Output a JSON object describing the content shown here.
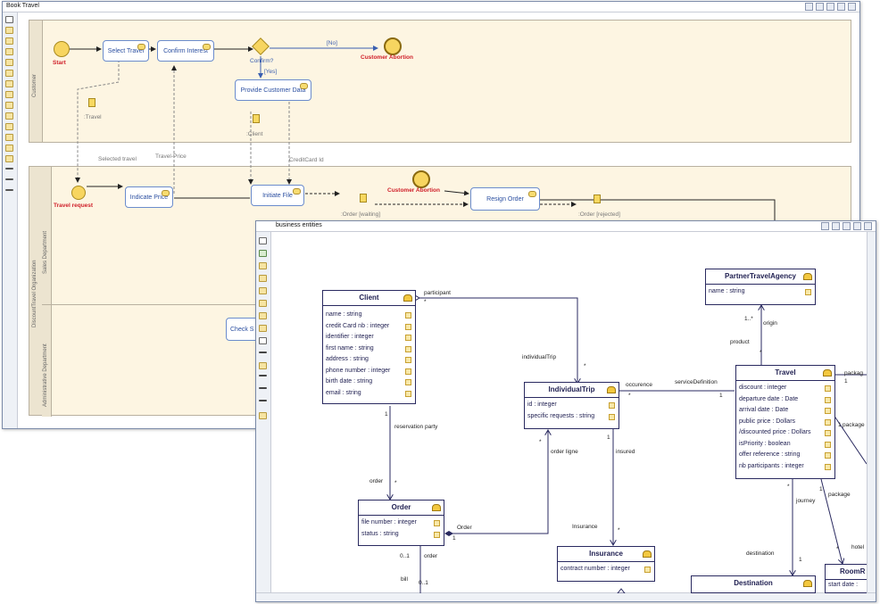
{
  "process_window": {
    "title": "Book Travel",
    "lanes": {
      "customer": "Customer",
      "pool": "DiscountTravel Organization",
      "sales": "Sales Department",
      "admin": "Administrative Department"
    },
    "events": {
      "start": "Start",
      "customer_abortion": "Customer Abortion",
      "travel_request": "Travel request",
      "customer_abortion_2": "Customer Abortion"
    },
    "tasks": {
      "select_travel": "Select Travel",
      "confirm_interest": "Confirm Interest",
      "provide_customer_data": "Provide Customer Data",
      "indicate_price": "Indicate Price",
      "initiate_file": "Initiate File",
      "resign_order": "Resign Order",
      "check": "Check S"
    },
    "gateway": {
      "label": "Confirm?",
      "no": "[No]",
      "yes": "[Yes]"
    },
    "data_objects": {
      "travel": ":Travel",
      "client": ":Client",
      "order_waiting": ":Order  [waiting]",
      "order_rejected": ":Order  [rejected]"
    },
    "flow_labels": {
      "selected_travel": "Selected travel",
      "travel_price": "Travel-Price",
      "creditcard_id": "CreditCard Id"
    }
  },
  "entities_window": {
    "title": "business entities",
    "classes": {
      "client": {
        "name": "Client",
        "attrs": [
          "name : string",
          "credit Card nb : integer",
          "identifier : integer",
          "first name : string",
          "address : string",
          "phone number : integer",
          "birth date : string",
          "email : string"
        ]
      },
      "order": {
        "name": "Order",
        "attrs": [
          "file number : integer",
          "status : string"
        ]
      },
      "individual_trip": {
        "name": "IndividualTrip",
        "attrs": [
          "id : integer",
          "specific requests : string"
        ]
      },
      "insurance": {
        "name": "Insurance",
        "attrs": [
          "contract number : integer"
        ]
      },
      "partner": {
        "name": "PartnerTravelAgency",
        "attrs": [
          "name : string"
        ]
      },
      "travel": {
        "name": "Travel",
        "attrs": [
          "discount : integer",
          "departure date : Date",
          "arrival date : Date",
          "public price : Dollars",
          "/discounted price : Dollars",
          "isPriority : boolean",
          "offer reference : string",
          "nb participants : integer"
        ]
      },
      "destination": {
        "name": "Destination"
      },
      "room": {
        "name": "RoomR",
        "attrs": [
          "start date :"
        ]
      }
    },
    "associations": {
      "participant": "participant",
      "participant_mult": "*",
      "individual_trip": "individualTrip",
      "individual_trip_mult": "*",
      "reservation_party": "reservation party",
      "rp_one": "1",
      "order_role": "order",
      "order_mult": "*",
      "order_ligne": "order ligne",
      "ol_mult": "*",
      "order_label": "Order",
      "order_one": "1",
      "insured": "insured",
      "insured_one": "1",
      "insurance_role": "Insurance",
      "insurance_mult": "*",
      "occurence": "occurence",
      "occ_mult": "*",
      "service_definition": "serviceDefinition",
      "sd_one": "1",
      "origin": "origin",
      "origin_mult": "1..*",
      "product": "product",
      "product_mult": "*",
      "journey": "journey",
      "journey_mult": "*",
      "destination_role": "destination",
      "dest_one": "1",
      "package_a": "packag",
      "pkg_one_a": "1",
      "package_b": "package",
      "pkg_one_b": "1",
      "package_c": "package",
      "pkg_one_c": "1",
      "hotel": "hotel",
      "hotel_mult": "*",
      "order_bill": "order",
      "bill": "bill",
      "bill_mult_a": "0..1",
      "bill_mult_b": "0..1"
    }
  }
}
